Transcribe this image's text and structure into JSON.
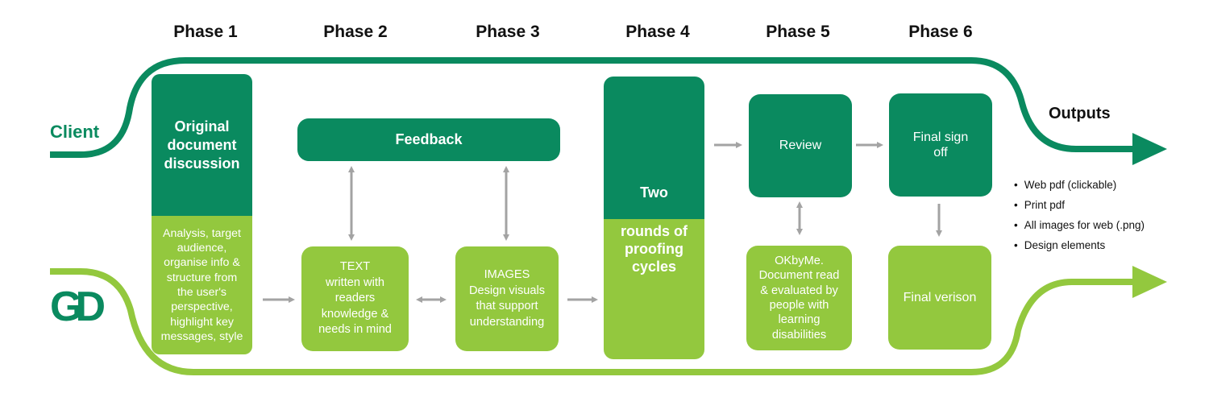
{
  "phases": [
    "Phase 1",
    "Phase 2",
    "Phase 3",
    "Phase 4",
    "Phase 5",
    "Phase 6"
  ],
  "labels": {
    "client": "Client",
    "outputs_title": "Outputs",
    "logo": "GD"
  },
  "boxes": {
    "p1_top": "Original\ndocument\ndiscussion",
    "p1_bottom": "Analysis, target\naudience,\norganise info &\nstructure from\nthe user's\nperspective,\nhighlight key\nmessages, style",
    "feedback": "Feedback",
    "text": "TEXT\nwritten with\nreaders\nknowledge &\nneeds in mind",
    "images": "IMAGES\nDesign visuals\nthat support\nunderstanding",
    "p4_top": "Two",
    "p4_bottom": "rounds of\nproofing\ncycles",
    "review": "Review",
    "okbyme": "OKbyMe.\nDocument read\n& evaluated by\npeople with\nlearning\ndisabilities",
    "signoff": "Final sign\noff",
    "final": "Final verison"
  },
  "outputs": [
    "Web pdf (clickable)",
    "Print pdf",
    "All images for web (.png)",
    "Design elements"
  ],
  "colors": {
    "dark_green": "#0a8a5f",
    "light_green": "#93c83e",
    "arrow_grey": "#a3a3a3"
  }
}
